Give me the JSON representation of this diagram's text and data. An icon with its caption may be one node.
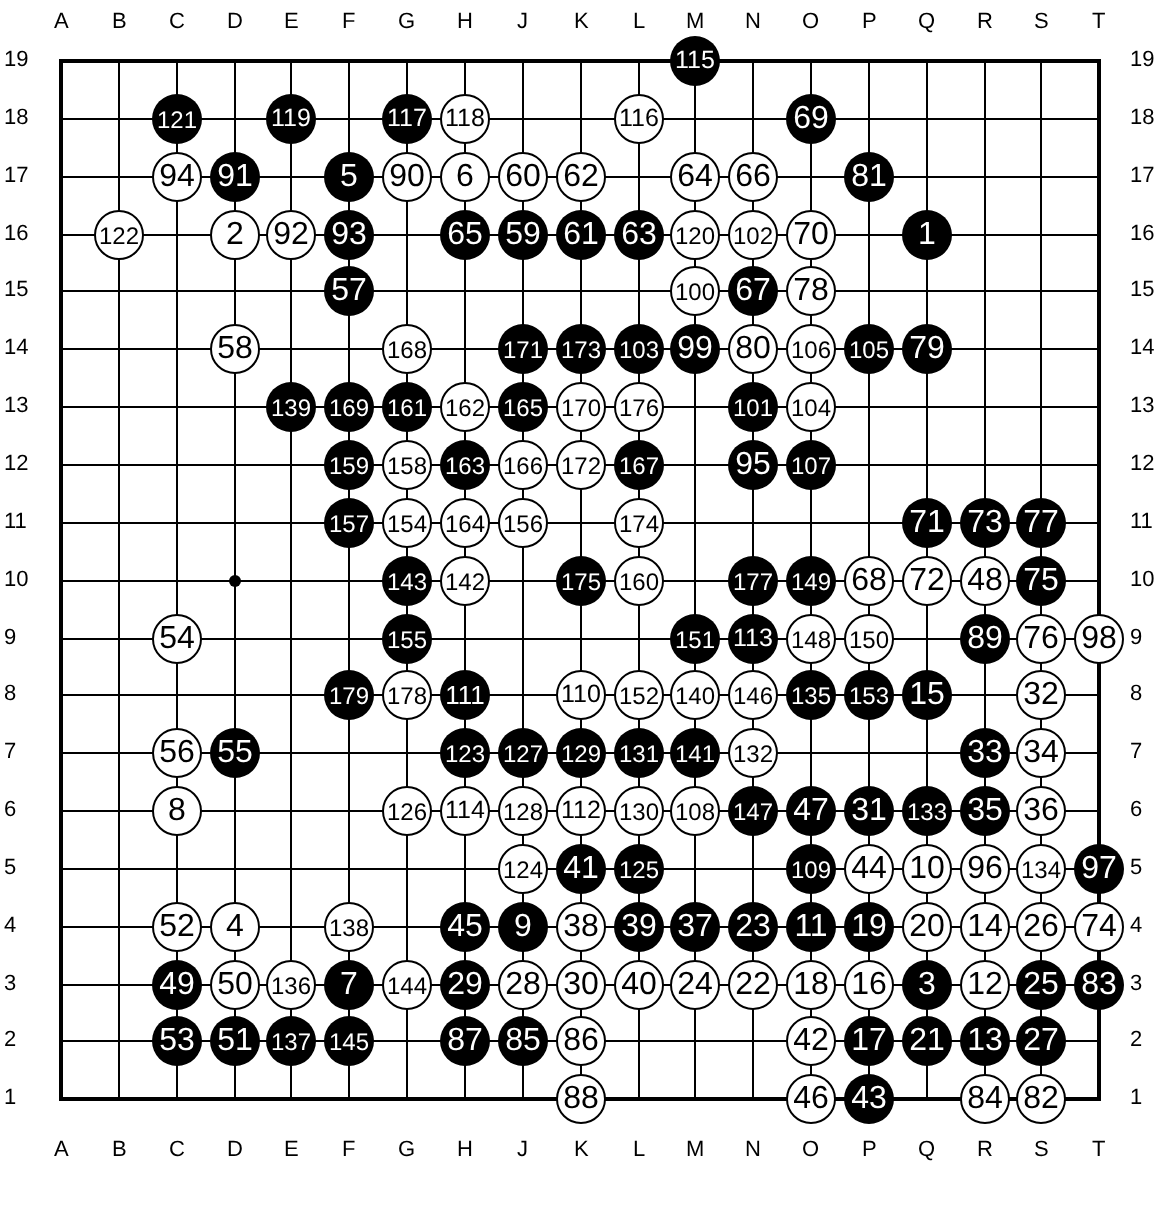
{
  "diagram": {
    "nodes": [
      {
        "text": [
          "115"
        ]
      },
      {
        "text": [
          "121"
        ]
      },
      {
        "text": [
          "119"
        ]
      },
      {
        "text": [
          "117"
        ]
      },
      {
        "text": [
          "118"
        ]
      },
      {
        "text": [
          "116"
        ]
      },
      {
        "text": [
          "69"
        ]
      },
      {
        "text": [
          "94"
        ]
      },
      {
        "text": [
          "91"
        ]
      },
      {
        "text": [
          "5"
        ]
      },
      {
        "text": [
          "90"
        ]
      },
      {
        "text": [
          "6"
        ]
      },
      {
        "text": [
          "60"
        ]
      },
      {
        "text": [
          "62"
        ]
      },
      {
        "text": [
          "64"
        ]
      },
      {
        "text": [
          "66"
        ]
      },
      {
        "text": [
          "81"
        ]
      },
      {
        "text": [
          "122"
        ]
      },
      {
        "text": [
          "2"
        ]
      },
      {
        "text": [
          "92"
        ]
      },
      {
        "text": [
          "93"
        ]
      },
      {
        "text": [
          "65"
        ]
      },
      {
        "text": [
          "59"
        ]
      },
      {
        "text": [
          "61"
        ]
      },
      {
        "text": [
          "63"
        ]
      },
      {
        "text": [
          "120"
        ]
      },
      {
        "text": [
          "102"
        ]
      },
      {
        "text": [
          "70"
        ]
      },
      {
        "text": [
          "1"
        ]
      },
      {
        "text": [
          "57"
        ]
      },
      {
        "text": [
          "100"
        ]
      },
      {
        "text": [
          "67"
        ]
      },
      {
        "text": [
          "78"
        ]
      },
      {
        "text": [
          "58"
        ]
      },
      {
        "text": [
          "168"
        ]
      },
      {
        "text": [
          "171"
        ]
      },
      {
        "text": [
          "173"
        ]
      },
      {
        "text": [
          "103"
        ]
      },
      {
        "text": [
          "99"
        ]
      },
      {
        "text": [
          "80"
        ]
      },
      {
        "text": [
          "106"
        ]
      },
      {
        "text": [
          "105"
        ]
      },
      {
        "text": [
          "79"
        ]
      },
      {
        "text": [
          "139"
        ]
      },
      {
        "text": [
          "169"
        ]
      },
      {
        "text": [
          "161"
        ]
      },
      {
        "text": [
          "162"
        ]
      },
      {
        "text": [
          "165"
        ]
      },
      {
        "text": [
          "170"
        ]
      },
      {
        "text": [
          "176"
        ]
      },
      {
        "text": [
          "101"
        ]
      },
      {
        "text": [
          "104"
        ]
      },
      {
        "text": [
          "159"
        ]
      },
      {
        "text": [
          "158"
        ]
      },
      {
        "text": [
          "163"
        ]
      },
      {
        "text": [
          "166"
        ]
      },
      {
        "text": [
          "172"
        ]
      },
      {
        "text": [
          "167"
        ]
      },
      {
        "text": [
          "95"
        ]
      },
      {
        "text": [
          "107"
        ]
      },
      {
        "text": [
          "157"
        ]
      },
      {
        "text": [
          "154"
        ]
      },
      {
        "text": [
          "164"
        ]
      },
      {
        "text": [
          "156"
        ]
      },
      {
        "text": [
          "174"
        ]
      },
      {
        "text": [
          "71"
        ]
      },
      {
        "text": [
          "73"
        ]
      },
      {
        "text": [
          "77"
        ]
      },
      {
        "text": [
          "143"
        ]
      },
      {
        "text": [
          "142"
        ]
      },
      {
        "text": [
          "175"
        ]
      },
      {
        "text": [
          "160"
        ]
      },
      {
        "text": [
          "177"
        ]
      },
      {
        "text": [
          "149"
        ]
      },
      {
        "text": [
          "68"
        ]
      },
      {
        "text": [
          "72"
        ]
      },
      {
        "text": [
          "48"
        ]
      },
      {
        "text": [
          "75"
        ]
      },
      {
        "text": [
          "54"
        ]
      },
      {
        "text": [
          "155"
        ]
      },
      {
        "text": [
          "151"
        ]
      },
      {
        "text": [
          "113"
        ]
      },
      {
        "text": [
          "148"
        ]
      },
      {
        "text": [
          "150"
        ]
      },
      {
        "text": [
          "89"
        ]
      },
      {
        "text": [
          "76"
        ]
      },
      {
        "text": [
          "98"
        ]
      },
      {
        "text": [
          "179"
        ]
      },
      {
        "text": [
          "178"
        ]
      },
      {
        "text": [
          "111"
        ]
      },
      {
        "text": [
          "110"
        ]
      },
      {
        "text": [
          "152"
        ]
      },
      {
        "text": [
          "140"
        ]
      },
      {
        "text": [
          "146"
        ]
      },
      {
        "text": [
          "135"
        ]
      },
      {
        "text": [
          "153"
        ]
      },
      {
        "text": [
          "15"
        ]
      },
      {
        "text": [
          "32"
        ]
      },
      {
        "text": [
          "56"
        ]
      },
      {
        "text": [
          "55"
        ]
      },
      {
        "text": [
          "123"
        ]
      },
      {
        "text": [
          "127"
        ]
      },
      {
        "text": [
          "129"
        ]
      },
      {
        "text": [
          "131"
        ]
      },
      {
        "text": [
          "141"
        ]
      },
      {
        "text": [
          "132"
        ]
      },
      {
        "text": [
          "33"
        ]
      },
      {
        "text": [
          "34"
        ]
      },
      {
        "text": [
          "8"
        ]
      },
      {
        "text": [
          "126"
        ]
      },
      {
        "text": [
          "114"
        ]
      },
      {
        "text": [
          "128"
        ]
      },
      {
        "text": [
          "112"
        ]
      },
      {
        "text": [
          "130"
        ]
      },
      {
        "text": [
          "108"
        ]
      },
      {
        "text": [
          "147"
        ]
      },
      {
        "text": [
          "47"
        ]
      },
      {
        "text": [
          "31"
        ]
      },
      {
        "text": [
          "133"
        ]
      },
      {
        "text": [
          "35"
        ]
      },
      {
        "text": [
          "36"
        ]
      },
      {
        "text": [
          "124"
        ]
      },
      {
        "text": [
          "41"
        ]
      },
      {
        "text": [
          "125"
        ]
      },
      {
        "text": [
          "109"
        ]
      },
      {
        "text": [
          "44"
        ]
      },
      {
        "text": [
          "10"
        ]
      },
      {
        "text": [
          "96"
        ]
      },
      {
        "text": [
          "134"
        ]
      },
      {
        "text": [
          "97"
        ]
      },
      {
        "text": [
          "52"
        ]
      },
      {
        "text": [
          "4"
        ]
      },
      {
        "text": [
          "138"
        ]
      },
      {
        "text": [
          "45"
        ]
      },
      {
        "text": [
          "9"
        ]
      },
      {
        "text": [
          "38"
        ]
      },
      {
        "text": [
          "39"
        ]
      },
      {
        "text": [
          "37"
        ]
      },
      {
        "text": [
          "23"
        ]
      },
      {
        "text": [
          "11"
        ]
      },
      {
        "text": [
          "19"
        ]
      },
      {
        "text": [
          "20"
        ]
      },
      {
        "text": [
          "14"
        ]
      },
      {
        "text": [
          "26"
        ]
      },
      {
        "text": [
          "74"
        ]
      },
      {
        "text": [
          "49"
        ]
      },
      {
        "text": [
          "50"
        ]
      },
      {
        "text": [
          "136"
        ]
      },
      {
        "text": [
          "7"
        ]
      },
      {
        "text": [
          "144"
        ]
      },
      {
        "text": [
          "29"
        ]
      },
      {
        "text": [
          "28"
        ]
      },
      {
        "text": [
          "30"
        ]
      },
      {
        "text": [
          "40"
        ]
      },
      {
        "text": [
          "24"
        ]
      },
      {
        "text": [
          "22"
        ]
      },
      {
        "text": [
          "18"
        ]
      },
      {
        "text": [
          "16"
        ]
      },
      {
        "text": [
          "3"
        ]
      },
      {
        "text": [
          "12"
        ]
      },
      {
        "text": [
          "25"
        ]
      },
      {
        "text": [
          "83"
        ]
      },
      {
        "text": [
          "53"
        ]
      },
      {
        "text": [
          "51"
        ]
      },
      {
        "text": [
          "137"
        ]
      },
      {
        "text": [
          "145"
        ]
      },
      {
        "text": [
          "87"
        ]
      },
      {
        "text": [
          "85"
        ]
      },
      {
        "text": [
          "86"
        ]
      },
      {
        "text": [
          "42"
        ]
      },
      {
        "text": [
          "17"
        ]
      },
      {
        "text": [
          "21"
        ]
      },
      {
        "text": [
          "13"
        ]
      },
      {
        "text": [
          "27"
        ]
      },
      {
        "text": [
          "88"
        ]
      },
      {
        "text": [
          "46"
        ]
      },
      {
        "text": [
          "43"
        ]
      },
      {
        "text": [
          "84"
        ]
      },
      {
        "text": [
          "82"
        ]
      }
    ],
    "labels": [
      "A",
      "B",
      "C",
      "D",
      "E",
      "F",
      "G",
      "H",
      "J",
      "K",
      "L",
      "M",
      "N",
      "O",
      "P",
      "Q",
      "R",
      "S",
      "T",
      "19",
      "19",
      "18",
      "18",
      "17",
      "17",
      "16",
      "16",
      "15",
      "15",
      "14",
      "14",
      "13",
      "13",
      "12",
      "12",
      "11",
      "11",
      "10",
      "10",
      "9",
      "9",
      "8",
      "8",
      "7",
      "7",
      "6",
      "6",
      "5",
      "5",
      "4",
      "4",
      "3",
      "3",
      "2",
      "2",
      "1",
      "1",
      "A",
      "B",
      "C",
      "D",
      "E",
      "F",
      "G",
      "H",
      "J",
      "K",
      "L",
      "M",
      "N",
      "O",
      "P",
      "Q",
      "R",
      "S",
      "T"
    ]
  }
}
